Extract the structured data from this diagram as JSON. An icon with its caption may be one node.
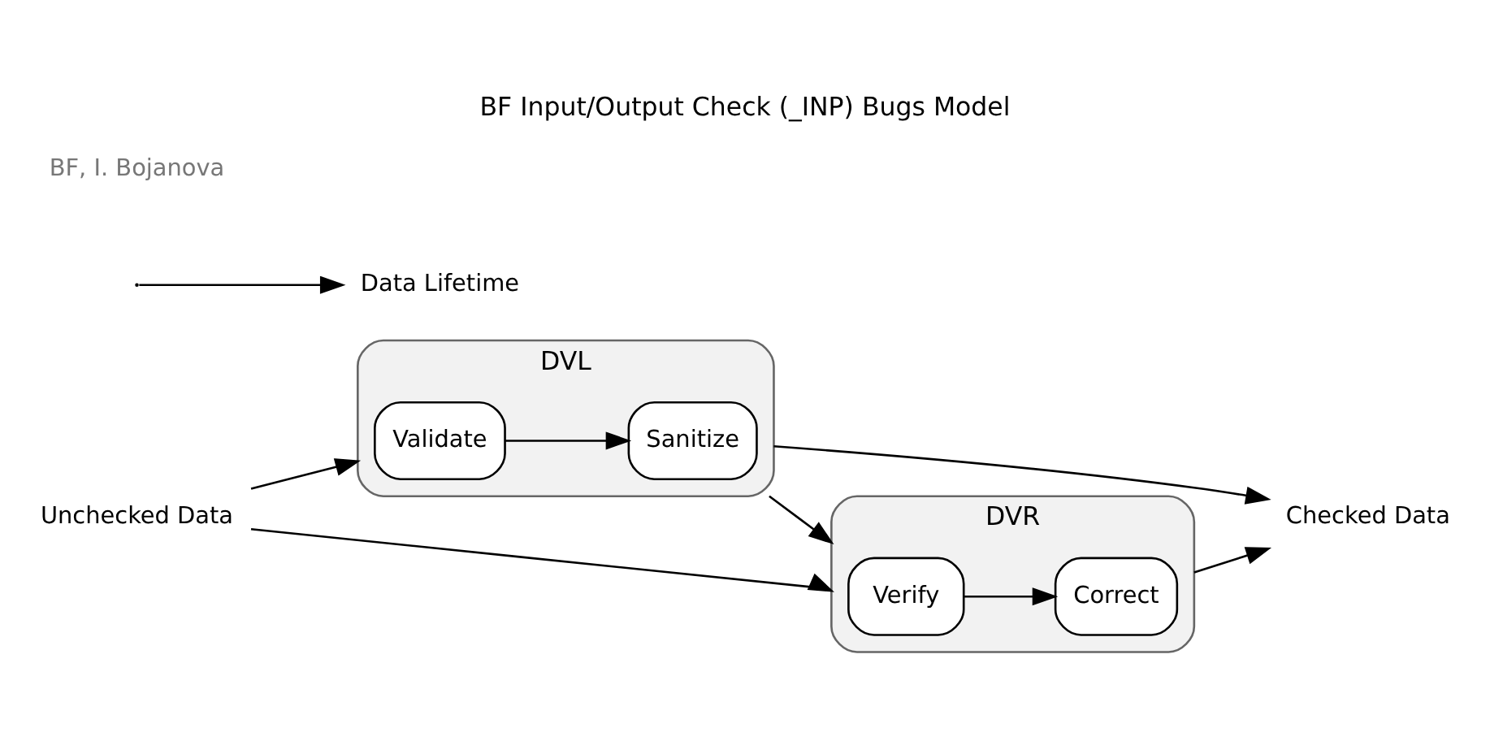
{
  "diagram": {
    "title": "BF Input/Output Check (_INP) Bugs Model",
    "nodes": [
      {
        "text": [
          "Unchecked Data"
        ]
      },
      {
        "text": [
          "DVL"
        ]
      },
      {
        "text": [
          "Validate"
        ],
        "in": 1
      },
      {
        "text": [
          "Sanitize"
        ],
        "in": 1
      },
      {
        "text": [
          "DVR"
        ]
      },
      {
        "text": [
          "Verify"
        ],
        "in": 4
      },
      {
        "text": [
          "Correct"
        ],
        "in": 4
      },
      {
        "text": [
          "Checked Data"
        ]
      },
      {
        "text": [
          "Data Lifetime"
        ]
      }
    ],
    "edges": [
      {
        "from": 0,
        "to": 1,
        "arrow": "to"
      },
      {
        "from": 0,
        "to": 4,
        "arrow": "to"
      },
      {
        "from": 2,
        "to": 3,
        "arrow": "to"
      },
      {
        "from": 1,
        "to": 4,
        "arrow": "to"
      },
      {
        "from": 5,
        "to": 6,
        "arrow": "to"
      },
      {
        "from": 1,
        "to": 7,
        "arrow": "to"
      },
      {
        "from": 4,
        "to": 7,
        "arrow": "to"
      },
      {
        "from": null,
        "to": 8,
        "arrow": "to"
      }
    ],
    "labels": [
      "BF, I. Bojanova"
    ]
  }
}
